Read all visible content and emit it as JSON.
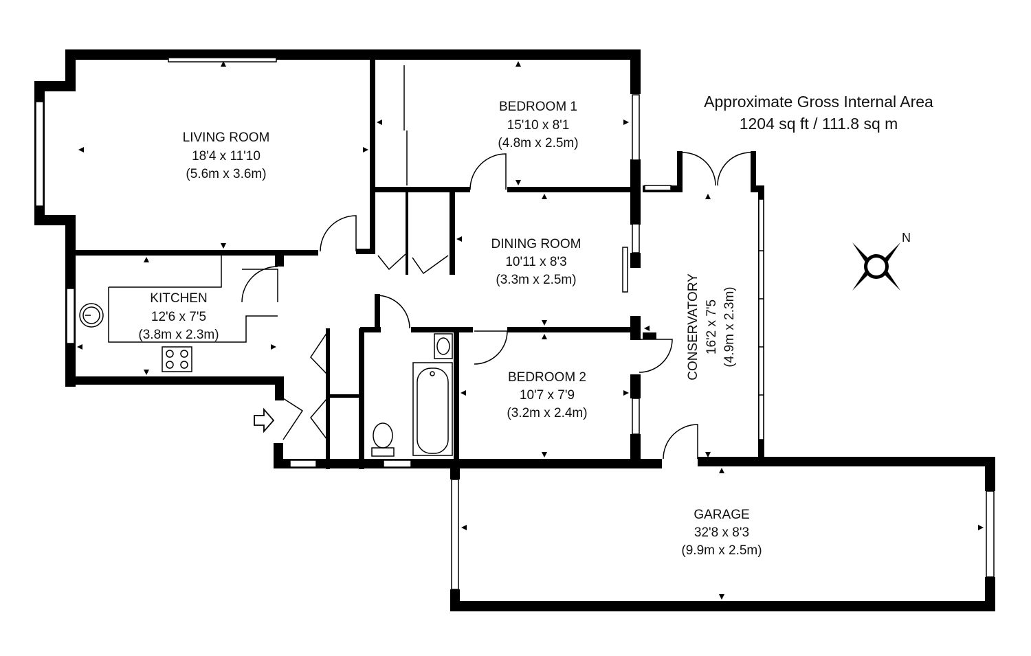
{
  "area": {
    "title": "Approximate Gross Internal Area",
    "value": "1204 sq ft / 111.8 sq m"
  },
  "compass": {
    "label": "N"
  },
  "rooms": [
    {
      "id": "living-room",
      "name": "LIVING ROOM",
      "imperial": "18'4 x 11'10",
      "metric": "(5.6m x 3.6m)"
    },
    {
      "id": "bedroom-1",
      "name": "BEDROOM 1",
      "imperial": "15'10 x 8'1",
      "metric": "(4.8m x 2.5m)"
    },
    {
      "id": "dining-room",
      "name": "DINING ROOM",
      "imperial": "10'11 x 8'3",
      "metric": "(3.3m x 2.5m)"
    },
    {
      "id": "kitchen",
      "name": "KITCHEN",
      "imperial": "12'6 x 7'5",
      "metric": "(3.8m x 2.3m)"
    },
    {
      "id": "bedroom-2",
      "name": "BEDROOM 2",
      "imperial": "10'7 x 7'9",
      "metric": "(3.2m x 2.4m)"
    },
    {
      "id": "conservatory",
      "name": "CONSERVATORY",
      "imperial": "16'2 x 7'5",
      "metric": "(4.9m x 2.3m)"
    },
    {
      "id": "garage",
      "name": "GARAGE",
      "imperial": "32'8 x 8'3",
      "metric": "(9.9m x 2.5m)"
    }
  ],
  "icons": [
    "entrance-arrow-icon",
    "compass-icon",
    "hob-icon",
    "sink-icon",
    "basin-icon",
    "bathtub-icon",
    "toilet-icon"
  ]
}
